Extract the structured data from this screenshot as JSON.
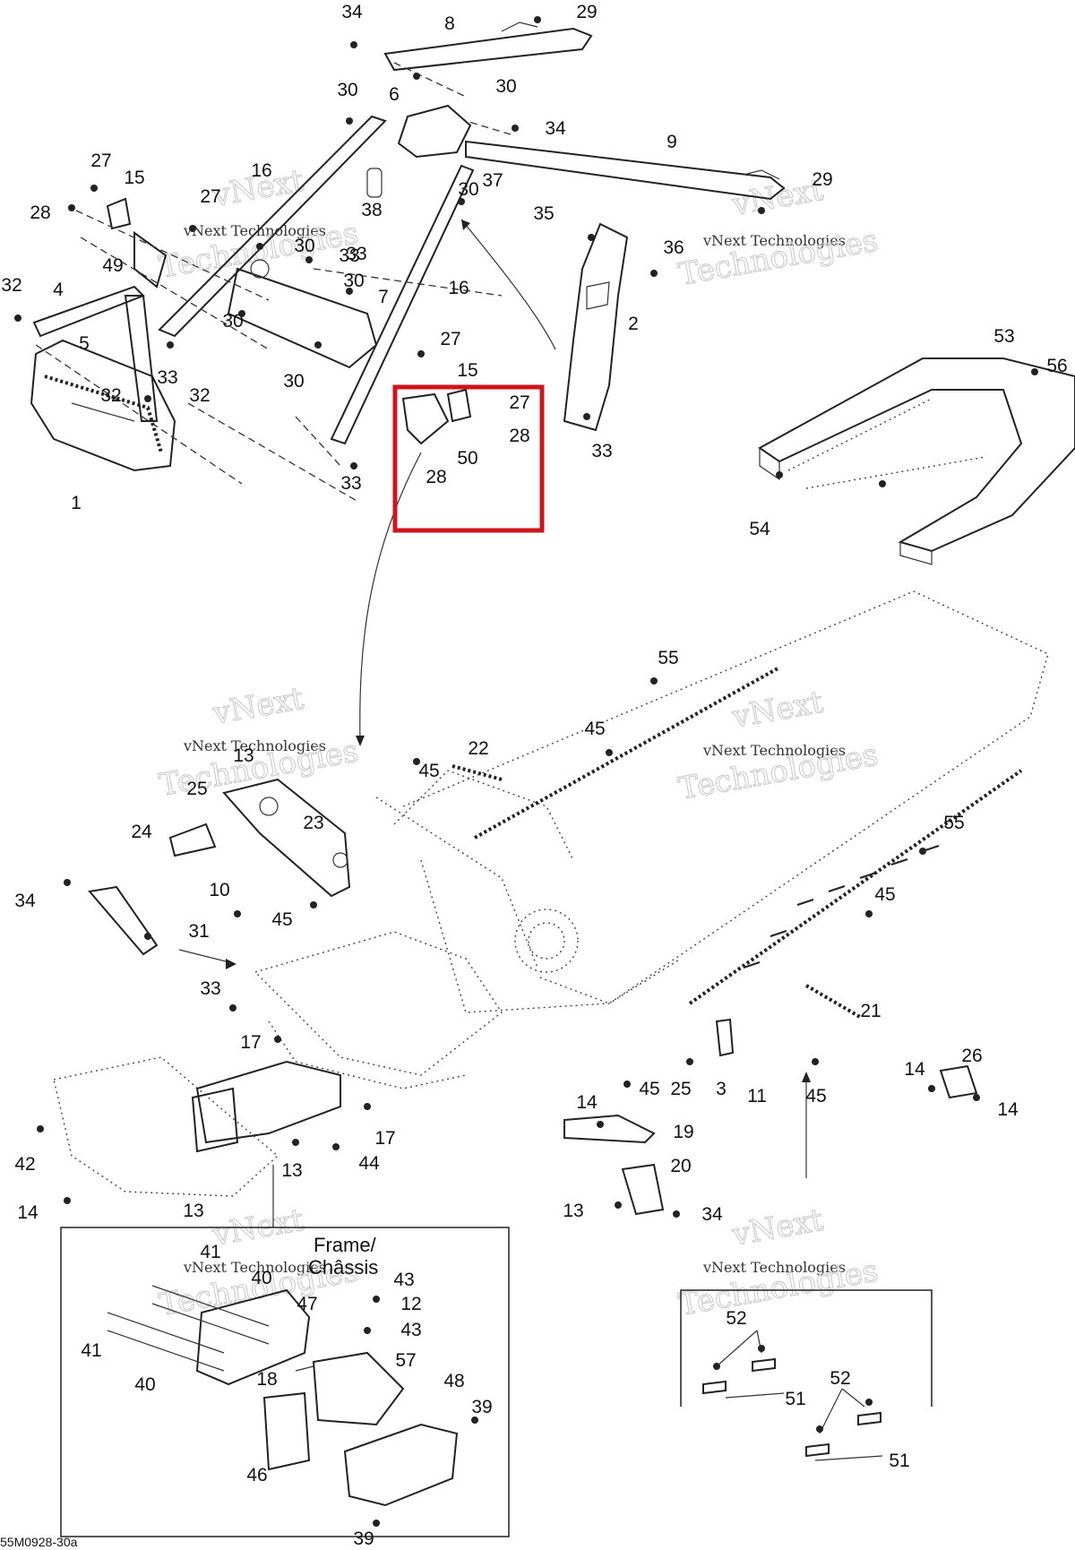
{
  "diagram": {
    "code": "55M0928-30a",
    "inset_label_1": "Frame/",
    "inset_label_2": "Châssis",
    "highlight_color": "#d0141c",
    "watermark_small": "vNext Technologies",
    "watermark_large_1": "vNext",
    "watermark_large_2": "Technologies",
    "callouts": [
      "34",
      "8",
      "29",
      "30",
      "6",
      "30",
      "34",
      "9",
      "29",
      "30",
      "16",
      "37",
      "35",
      "38",
      "27",
      "15",
      "27",
      "28",
      "49",
      "30",
      "33",
      "33",
      "30",
      "16",
      "36",
      "32",
      "4",
      "5",
      "7",
      "30",
      "2",
      "27",
      "15",
      "53",
      "56",
      "32",
      "32",
      "33",
      "30",
      "27",
      "28",
      "50",
      "28",
      "33",
      "33",
      "1",
      "54",
      "55",
      "45",
      "22",
      "45",
      "13",
      "25",
      "23",
      "24",
      "10",
      "55",
      "34",
      "31",
      "45",
      "45",
      "33",
      "17",
      "21",
      "17",
      "45",
      "25",
      "3",
      "11",
      "45",
      "14",
      "26",
      "14",
      "14",
      "19",
      "20",
      "42",
      "13",
      "44",
      "13",
      "34",
      "14",
      "13",
      "41",
      "40",
      "43",
      "12",
      "43",
      "47",
      "41",
      "57",
      "18",
      "40",
      "48",
      "39",
      "46",
      "39",
      "52",
      "51",
      "52",
      "51"
    ]
  }
}
